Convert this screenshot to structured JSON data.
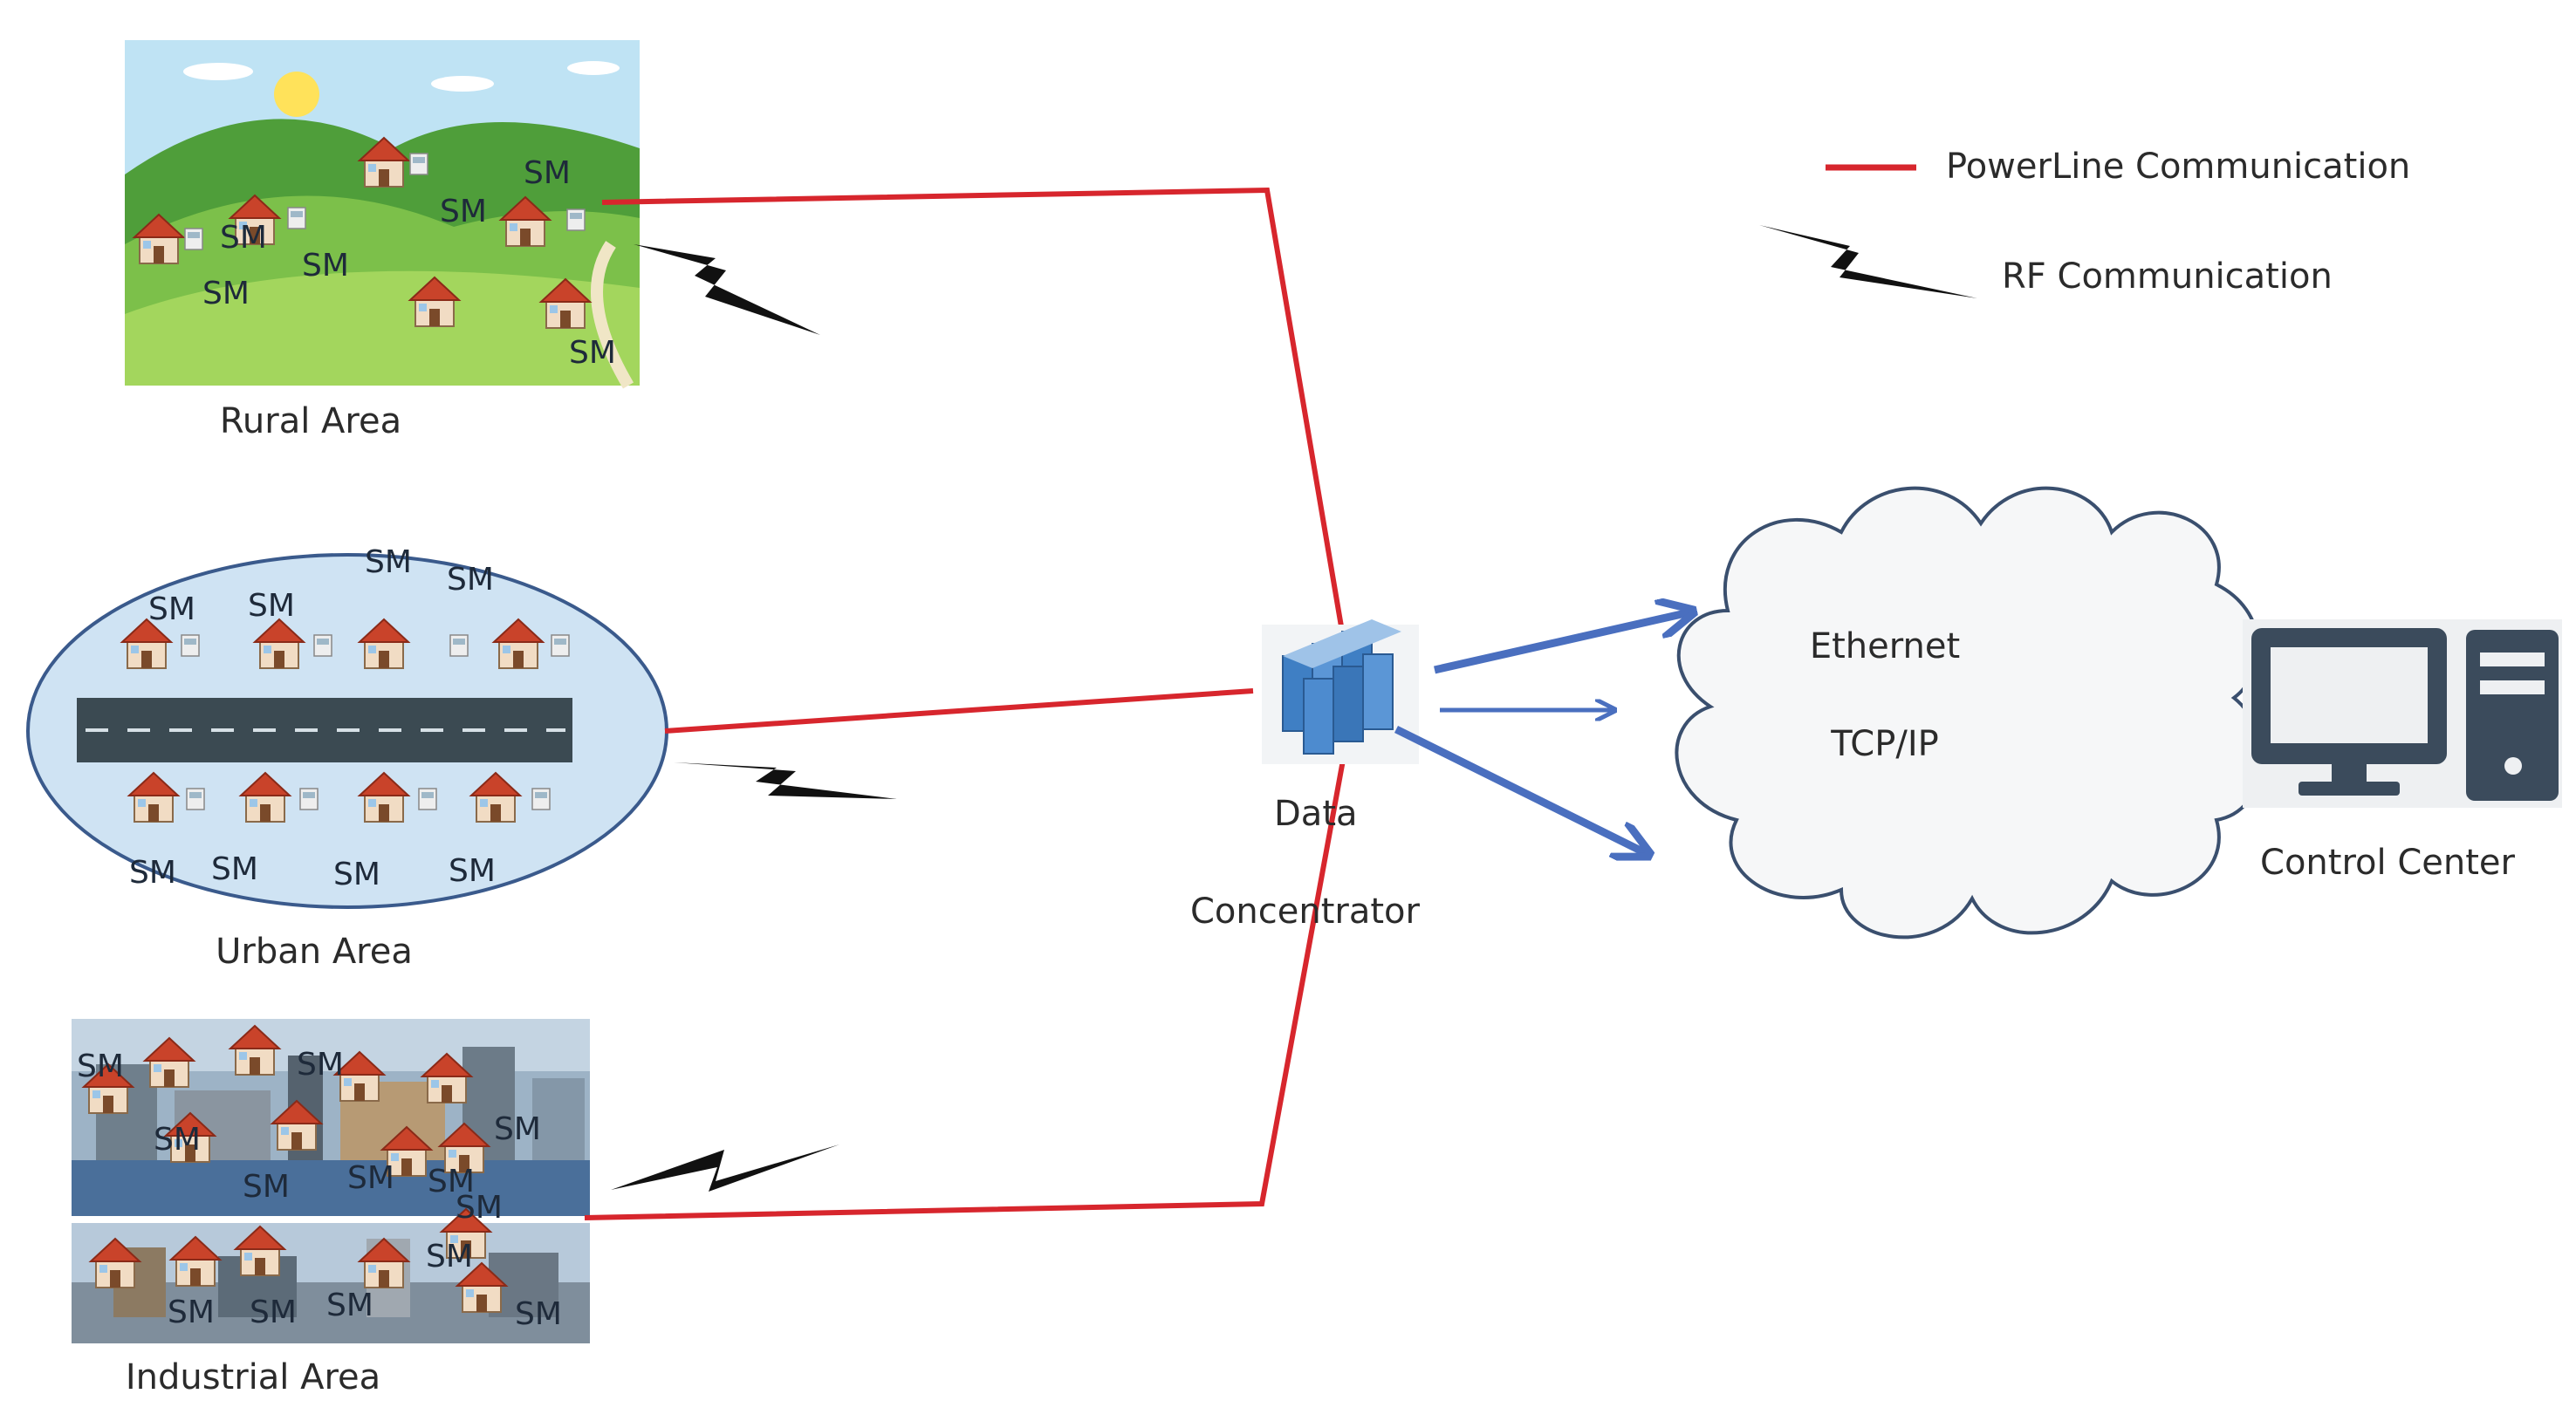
{
  "legend": {
    "powerline": "PowerLine Communication",
    "rf": "RF Communication",
    "powerline_color": "#d7262d",
    "rf_color": "#111111"
  },
  "areas": {
    "rural": {
      "label": "Rural Area",
      "meter_label": "SM"
    },
    "urban": {
      "label": "Urban Area",
      "meter_label": "SM"
    },
    "industrial": {
      "label": "Industrial Area",
      "meter_label": "SM"
    }
  },
  "concentrator": {
    "label_line1": "Data",
    "label_line2": "Concentrator"
  },
  "network": {
    "line1": "Ethernet",
    "line2": "TCP/IP",
    "arrow_color": "#4a6fbf"
  },
  "control_center": {
    "label": "Control Center",
    "icon_color": "#3b4b5c"
  }
}
